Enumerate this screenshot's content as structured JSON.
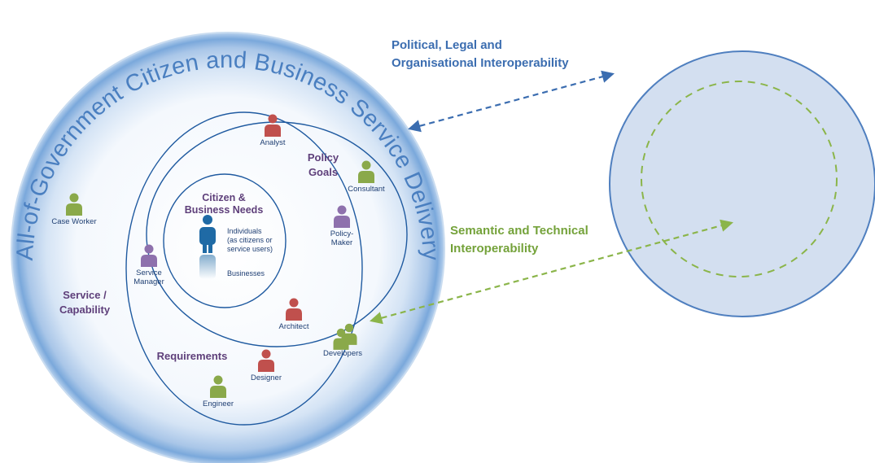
{
  "colors": {
    "outer_ring": "#4f86c6",
    "inner_disc": "#e9f1fb",
    "line": "#1f5aa0",
    "political_arrow": "#3b6db0",
    "semantic_arrow": "#8bb54a",
    "person_red": "#c0504d",
    "person_green": "#8aa94a",
    "person_purple": "#8e71ad",
    "person_blue": "#1f6aa5",
    "region_label": "#5e3f7a"
  },
  "diagram": {
    "arc_title": "All-of-Government Citizen and Business Service Delivery",
    "core": {
      "title_line1": "Citizen &",
      "title_line2": "Business Needs",
      "individuals_lines": [
        "Individuals",
        "(as citizens or",
        "service users)"
      ],
      "businesses": "Businesses"
    },
    "regions": {
      "policy_goals": [
        "Policy",
        "Goals"
      ],
      "service_capability": [
        "Service /",
        "Capability"
      ],
      "requirements": "Requirements"
    },
    "people": {
      "analyst": {
        "label": [
          "Analyst"
        ],
        "color": "red",
        "icon": "person-icon"
      },
      "consultant": {
        "label": [
          "Consultant"
        ],
        "color": "green",
        "icon": "person-icon"
      },
      "policy_maker": {
        "label": [
          "Policy-",
          "Maker"
        ],
        "color": "purple",
        "icon": "person-icon"
      },
      "case_worker": {
        "label": [
          "Case Worker"
        ],
        "color": "green",
        "icon": "person-icon"
      },
      "service_manager": {
        "label": [
          "Service",
          "Manager"
        ],
        "color": "purple",
        "icon": "person-icon"
      },
      "architect": {
        "label": [
          "Architect"
        ],
        "color": "red",
        "icon": "person-icon"
      },
      "developers": {
        "label": [
          "Developers"
        ],
        "color": "green",
        "icon": "people-icon"
      },
      "designer": {
        "label": [
          "Designer"
        ],
        "color": "red",
        "icon": "person-icon"
      },
      "engineer": {
        "label": [
          "Engineer"
        ],
        "color": "green",
        "icon": "person-icon"
      }
    }
  },
  "annotations": {
    "political": [
      "Political, Legal and",
      "Organisational Interoperability"
    ],
    "semantic": [
      "Semantic and Technical",
      "Interoperability"
    ]
  }
}
